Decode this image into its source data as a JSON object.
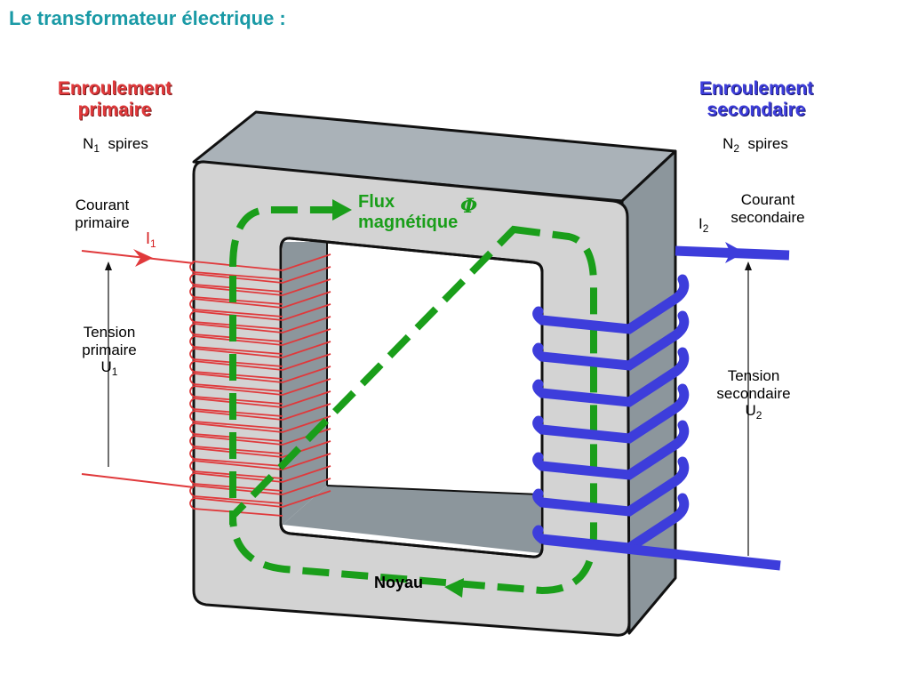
{
  "title": "Le transformateur électrique :",
  "primary": {
    "heading_line1": "Enroulement",
    "heading_line2": "primaire",
    "turns_symbol": "N",
    "turns_index": "1",
    "turns_unit": "spires",
    "current_line1": "Courant",
    "current_line2": "primaire",
    "current_symbol": "I",
    "current_index": "1",
    "voltage_line1": "Tension",
    "voltage_line2": "primaire",
    "voltage_symbol": "U",
    "voltage_index": "1",
    "color": "#e0393b"
  },
  "secondary": {
    "heading_line1": "Enroulement",
    "heading_line2": "secondaire",
    "turns_symbol": "N",
    "turns_index": "2",
    "turns_unit": "spires",
    "current_line1": "Courant",
    "current_line2": "secondaire",
    "current_symbol": "I",
    "current_index": "2",
    "voltage_line1": "Tension",
    "voltage_line2": "secondaire",
    "voltage_symbol": "U",
    "voltage_index": "2",
    "color": "#3d3ddb"
  },
  "flux": {
    "line1": "Flux",
    "line2": "magnétique",
    "symbol": "Φ",
    "color": "#1a9e1a"
  },
  "core": {
    "label": "Noyau",
    "face_color": "#d3d3d3",
    "side_color": "#8c969c"
  }
}
